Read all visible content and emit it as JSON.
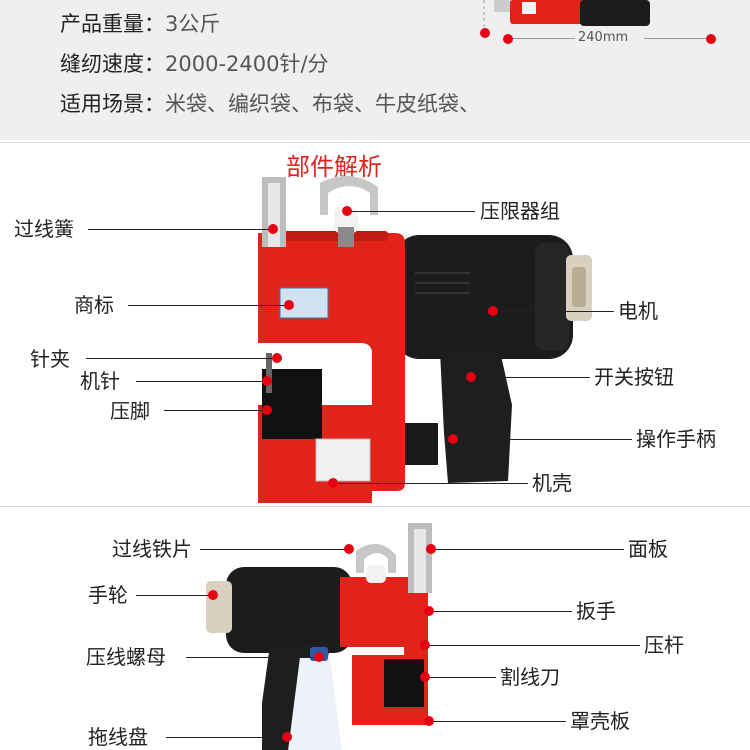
{
  "specs": [
    {
      "key": "产品重量：",
      "value": "3公斤"
    },
    {
      "key": "缝纫速度：",
      "value": "2000-2400针/分"
    },
    {
      "key": "适用场景：",
      "value": "米袋、编织袋、布袋、牛皮纸袋、"
    }
  ],
  "dimension": "240mm",
  "section_title": "部件解析",
  "front_labels": {
    "thread_spring": "过线簧",
    "pressure_limiter": "压限器组",
    "brand_label": "商标",
    "motor": "电机",
    "needle_clamp": "针夹",
    "needle": "机针",
    "switch_button": "开关按钮",
    "presser_foot": "压脚",
    "handle": "操作手柄",
    "housing": "机壳"
  },
  "back_labels": {
    "thread_iron": "过线铁片",
    "panel": "面板",
    "handwheel": "手轮",
    "wrench": "扳手",
    "press_rod": "压杆",
    "thread_nut": "压线螺母",
    "cutter": "割线刀",
    "cover_plate": "罩壳板",
    "thread_reel": "拖线盘"
  },
  "colors": {
    "accent": "#e60012",
    "machine_red": "#e2231a",
    "machine_black": "#1c1c1c"
  }
}
